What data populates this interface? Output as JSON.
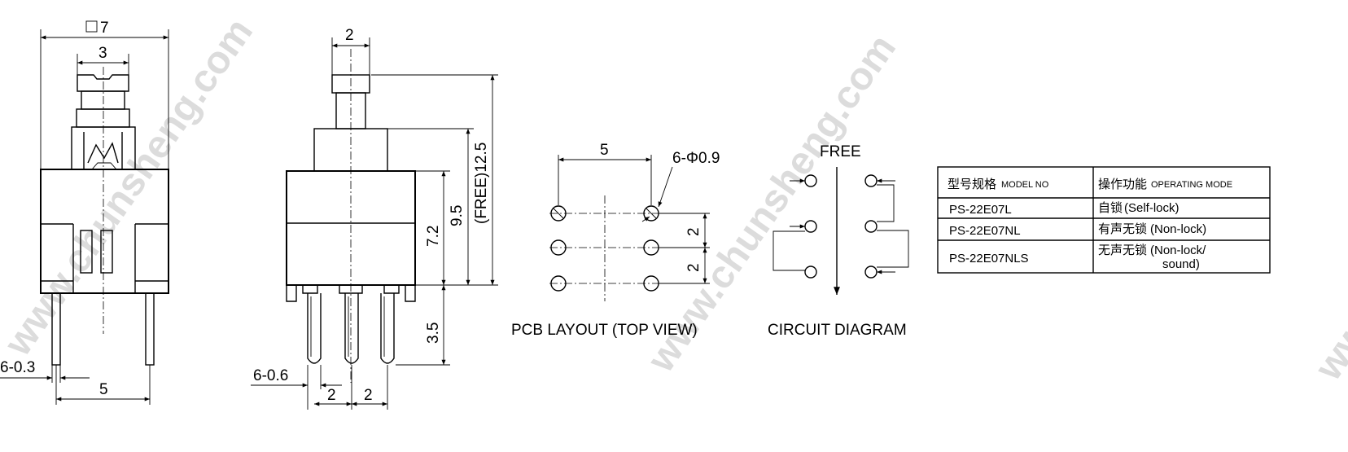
{
  "watermark": "www.chunsheng.com",
  "side_view_left": {
    "top_width": "7",
    "button_width": "3",
    "pin_width": "6-0.3",
    "pin_pitch": "5"
  },
  "side_view_right": {
    "button_width": "2",
    "free_height": "(FREE)12.5",
    "height_9_5": "9.5",
    "height_7_2": "7.2",
    "pin_length": "3.5",
    "pin_width": "6-0.6",
    "pin_pitch_1": "2",
    "pin_pitch_2": "2"
  },
  "pcb_layout": {
    "caption": "PCB LAYOUT (TOP VIEW)",
    "col_pitch": "5",
    "hole_spec": "6-Φ0.9",
    "row_pitch_1": "2",
    "row_pitch_2": "2"
  },
  "circuit": {
    "caption": "CIRCUIT DIAGRAM",
    "state_label": "FREE"
  },
  "model_table": {
    "header_model_cn": "型号规格",
    "header_model_en": "MODEL NO",
    "header_mode_cn": "操作功能",
    "header_mode_en": "OPERATING MODE",
    "rows": [
      {
        "model": "PS-22E07L",
        "mode_cn": "自锁",
        "mode_en": "(Self-lock)",
        "mode_en2": ""
      },
      {
        "model": "PS-22E07NL",
        "mode_cn": "有声无锁",
        "mode_en": "(Non-lock)",
        "mode_en2": ""
      },
      {
        "model": "PS-22E07NLS",
        "mode_cn": "无声无锁",
        "mode_en": "(Non-lock/",
        "mode_en2": "sound)"
      }
    ]
  }
}
